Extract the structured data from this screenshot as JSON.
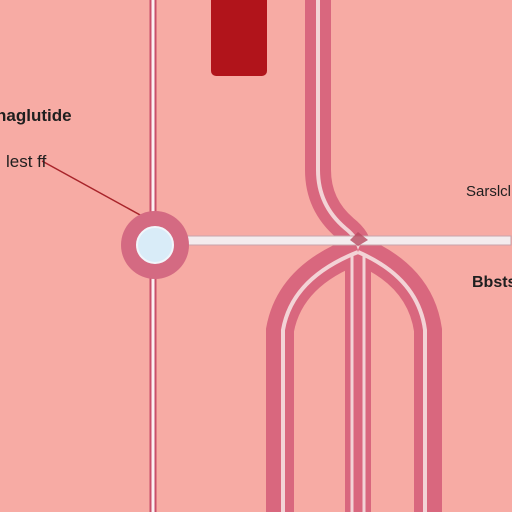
{
  "labels": {
    "title": "naglutide",
    "callout": "lest ff",
    "right_upper": "Sarslcl",
    "right_lower": "Bbsts"
  },
  "colors": {
    "background": "#f7aba4",
    "vessel_fill": "#d9677e",
    "vessel_highlight": "#f3d3d6",
    "lumen_edge": "#f4ecee",
    "red_block": "#b1141b",
    "ring": "#d46a82",
    "circle_fill": "#d9ecf8",
    "pointer_line": "#a8242a"
  }
}
